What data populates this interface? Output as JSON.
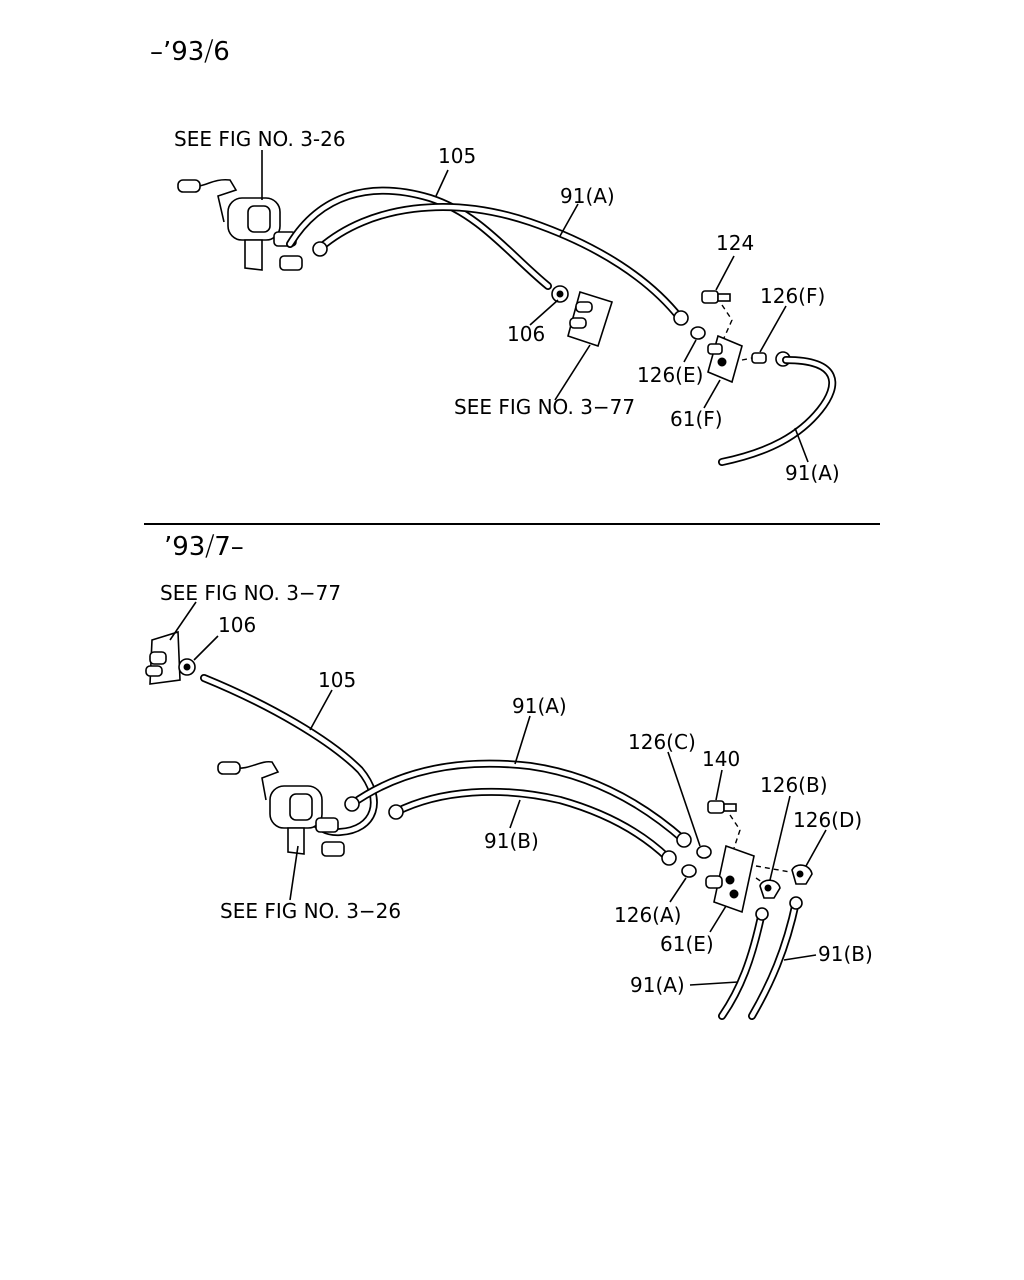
{
  "sections": [
    {
      "period": "–’93⧸6",
      "labels": {
        "ref_solenoid": "SEE FIG NO. 3-26",
        "hose_105": "105",
        "hose_91a_top": "91(A)",
        "bolt_124": "124",
        "fit_126f": "126(F)",
        "fit_106": "106",
        "fit_126e": "126(E)",
        "ref_bracket": "SEE FIG NO. 3−77",
        "block_61f": "61(F)",
        "hose_91a_bottom": "91(A)"
      }
    },
    {
      "period": "’93⧸7–",
      "labels": {
        "ref_bracket": "SEE FIG NO. 3−77",
        "fit_106": "106",
        "hose_105": "105",
        "hose_91a": "91(A)",
        "fit_126c": "126(C)",
        "bolt_140": "140",
        "fit_126b": "126(B)",
        "fit_126d": "126(D)",
        "hose_91b": "91(B)",
        "ref_solenoid": "SEE FIG NO. 3−26",
        "fit_126a": "126(A)",
        "block_61e": "61(E)",
        "hose_91a_end": "91(A)",
        "hose_91b_end": "91(B)"
      }
    }
  ]
}
